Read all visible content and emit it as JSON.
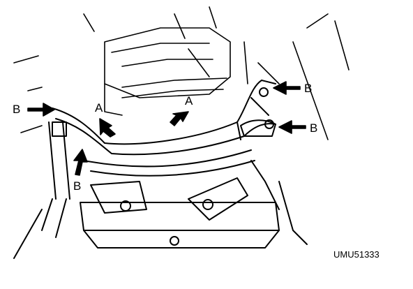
{
  "figure": {
    "code": "UMU51333",
    "callouts": {
      "b_left": "B",
      "a_left": "A",
      "a_right": "A",
      "b_top_right": "B",
      "b_mid_right": "B",
      "b_bottom_left": "B"
    }
  }
}
